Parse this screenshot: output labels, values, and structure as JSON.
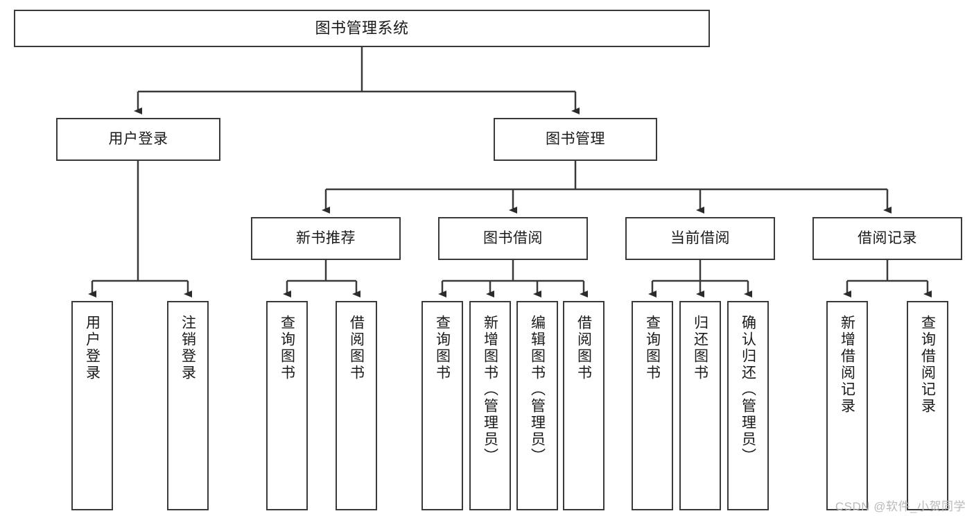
{
  "diagram": {
    "title": "图书管理系统",
    "watermark": "CSDN @软件_小贺同学",
    "line_color": "#3a3a3a",
    "box_fill": "#ffffff",
    "text_color": "#1a1a1a",
    "nodes": {
      "root": {
        "label": "图书管理系统"
      },
      "level2": [
        {
          "label": "用户登录"
        },
        {
          "label": "图书管理"
        }
      ],
      "level3": [
        {
          "label": "新书推荐"
        },
        {
          "label": "图书借阅"
        },
        {
          "label": "当前借阅"
        },
        {
          "label": "借阅记录"
        }
      ],
      "leaves": {
        "user_login": [
          {
            "label": "用户登录"
          },
          {
            "label": "注销登录"
          }
        ],
        "new_book_recommend": [
          {
            "label": "查询图书"
          },
          {
            "label": "借阅图书"
          }
        ],
        "book_borrow": [
          {
            "label": "查询图书"
          },
          {
            "label": "新增图书（管理员）"
          },
          {
            "label": "编辑图书（管理员）"
          },
          {
            "label": "借阅图书"
          }
        ],
        "current_borrow": [
          {
            "label": "查询图书"
          },
          {
            "label": "归还图书"
          },
          {
            "label": "确认归还（管理员）"
          }
        ],
        "borrow_record": [
          {
            "label": "新增借阅记录"
          },
          {
            "label": "查询借阅记录"
          }
        ]
      }
    }
  }
}
